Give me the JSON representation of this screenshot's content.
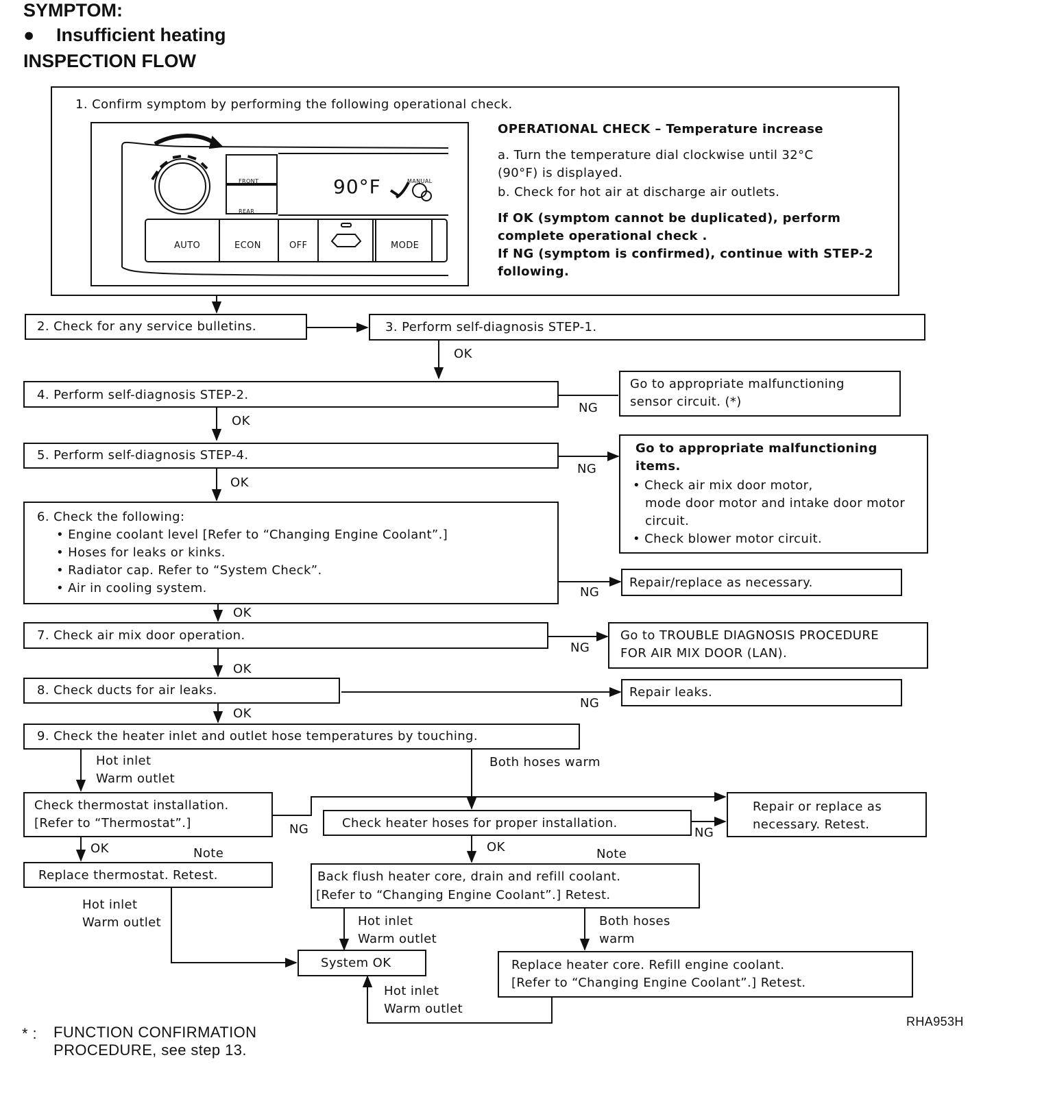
{
  "header": {
    "symptom": "SYMPTOM:",
    "bullet": "●",
    "symptom_item": "Insufficient heating",
    "flow_title": "INSPECTION FLOW"
  },
  "step1": {
    "title": "1. Confirm symptom by performing the following operational check.",
    "panel": {
      "display": "90°F",
      "manual": "MANUAL",
      "front": "FRONT",
      "rear": "REAR",
      "buttons": [
        "AUTO",
        "ECON",
        "OFF",
        "MODE"
      ]
    },
    "check_title": "OPERATIONAL CHECK – Temperature increase",
    "a_line1": "a. Turn the temperature dial clockwise until 32°C",
    "a_line2": "(90°F) is displayed.",
    "b_line": "b. Check for hot air at discharge air outlets.",
    "ok_line1": "If OK (symptom cannot be duplicated), perform",
    "ok_line2": "complete operational check .",
    "ng_line1": "If NG (symptom is confirmed), continue with STEP-2",
    "ng_line2": "following."
  },
  "steps": {
    "s2": "2. Check for any service bulletins.",
    "s3": "3. Perform self-diagnosis STEP-1.",
    "s4": "4. Perform self-diagnosis STEP-2.",
    "s5": "5. Perform self-diagnosis STEP-4.",
    "s6_title": "6. Check the following:",
    "s6_items": [
      "• Engine coolant level [Refer to  “Changing Engine Coolant”.]",
      "• Hoses for leaks or kinks.",
      "• Radiator cap. Refer to “System Check”.",
      "• Air in cooling system."
    ],
    "s7": "7. Check air mix door operation.",
    "s8": "8. Check ducts for air leaks.",
    "s9": "9. Check the heater inlet and outlet hose temperatures by touching."
  },
  "results": {
    "sensor_line1": "Go to appropriate malfunctioning",
    "sensor_line2": "sensor circuit. (*)",
    "items_title1": "Go to appropriate malfunctioning",
    "items_title2": "items.",
    "items_b1_l1": "• Check air mix door motor,",
    "items_b1_l2": "mode door motor and intake door motor",
    "items_b1_l3": "circuit.",
    "items_b2": "• Check blower motor circuit.",
    "repair_replace": "Repair/replace as necessary.",
    "airmix_line1": "Go to TROUBLE DIAGNOSIS PROCEDURE",
    "airmix_line2": "FOR AIR MIX DOOR (LAN).",
    "repair_leaks": "Repair leaks.",
    "thermo_line1": "Check thermostat installation.",
    "thermo_line2": "[Refer to “Thermostat”.]",
    "hoses_install": "Check heater hoses for proper installation.",
    "repair_retest_l1": "Repair or replace as",
    "repair_retest_l2": "necessary. Retest.",
    "replace_thermo": "Replace thermostat. Retest.",
    "flush_line1": "Back flush heater core, drain and refill coolant.",
    "flush_line2": "[Refer to “Changing Engine Coolant”.] Retest.",
    "system_ok": "System OK",
    "core_line1": "Replace heater core. Refill engine coolant.",
    "core_line2": "[Refer to  “Changing Engine Coolant”.] Retest."
  },
  "labels": {
    "ok": "OK",
    "ng": "NG",
    "note": "Note",
    "hot_inlet": "Hot inlet",
    "warm_outlet": "Warm outlet",
    "both_hoses_warm": "Both hoses warm",
    "both_hoses": "Both hoses",
    "warm": "warm"
  },
  "footer": {
    "asterisk": "* :",
    "line1": "FUNCTION CONFIRMATION",
    "line2": "PROCEDURE, see step 13.",
    "code": "RHA953H"
  }
}
